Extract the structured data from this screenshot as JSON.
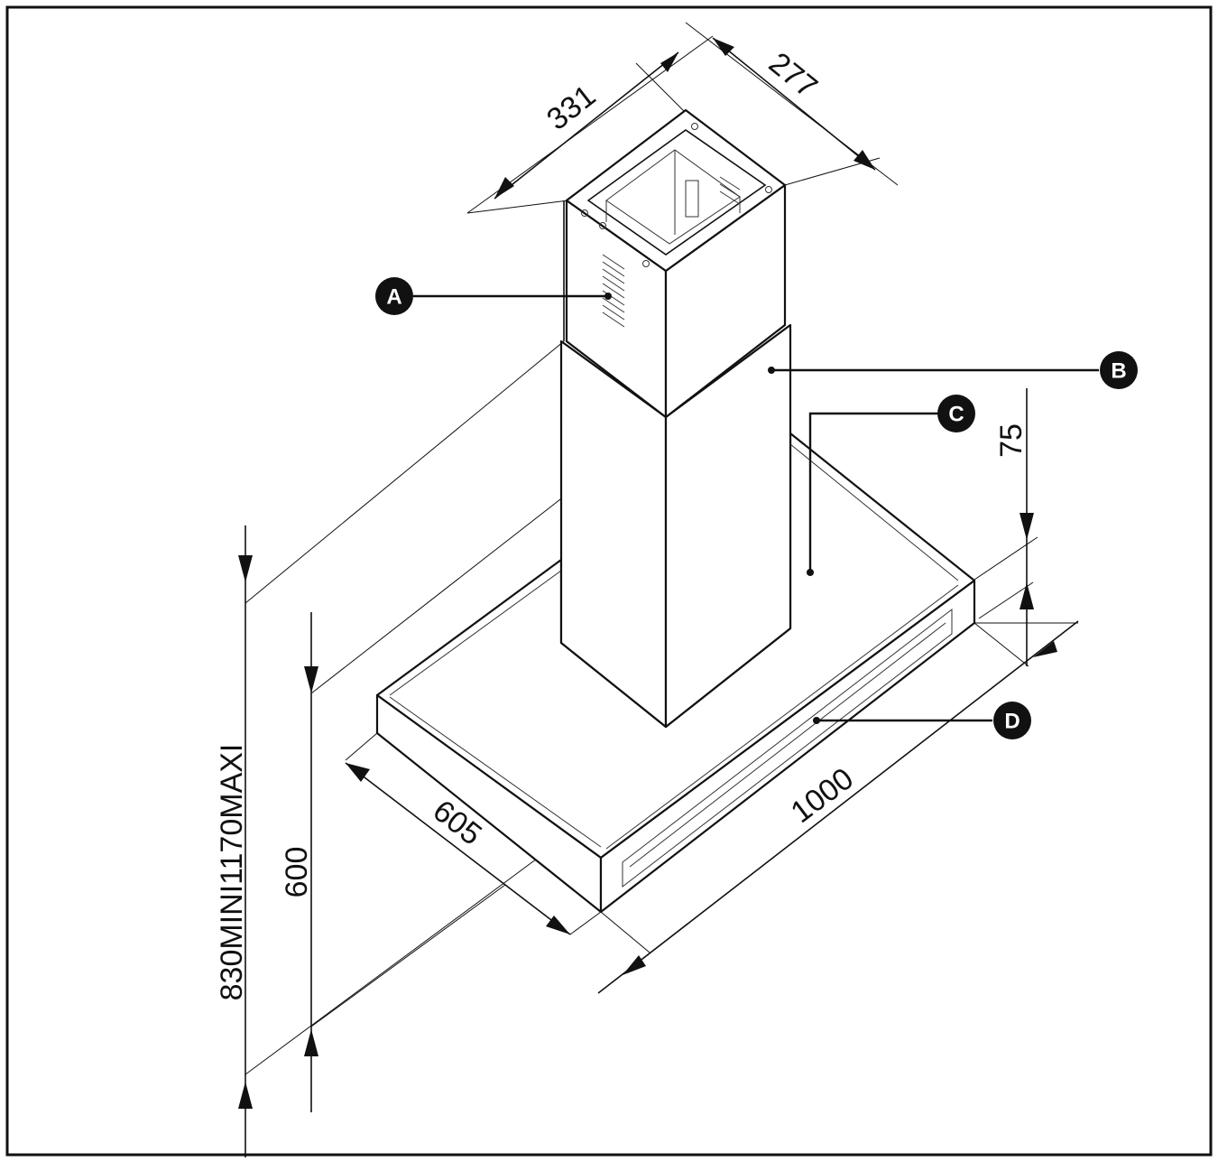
{
  "dimensions": {
    "depth_top": "331",
    "width_top": "277",
    "canopy_height": "75",
    "total_height_range": "830MINI1170MAXI",
    "chimney_height": "600",
    "canopy_depth": "605",
    "canopy_width": "1000"
  },
  "callouts": {
    "a": "A",
    "b": "B",
    "c": "C",
    "d": "D"
  }
}
